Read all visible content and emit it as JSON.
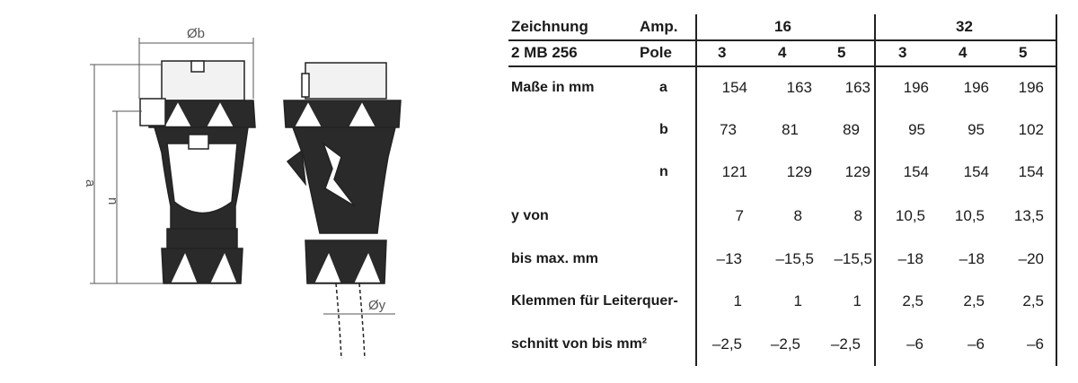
{
  "drawing": {
    "dim_b": "Øb",
    "dim_a": "a",
    "dim_n": "n",
    "dim_y": "Øy"
  },
  "table": {
    "header": {
      "row1_label": "Zeichnung",
      "row1_sub": "Amp.",
      "row2_label": "2 MB 256",
      "row2_sub": "Pole",
      "amp_16": "16",
      "amp_32": "32",
      "poles": [
        "3",
        "4",
        "5",
        "3",
        "4",
        "5"
      ]
    },
    "rows": [
      {
        "label": "Maße in mm",
        "sub": "a",
        "values": [
          "154",
          "163",
          "163",
          "196",
          "196",
          "196"
        ]
      },
      {
        "label": "",
        "sub": "b",
        "values": [
          "73",
          "81",
          "89",
          "95",
          "95",
          "102"
        ]
      },
      {
        "label": "",
        "sub": "n",
        "values": [
          "121",
          "129",
          "129",
          "154",
          "154",
          "154"
        ]
      },
      {
        "label": "y von",
        "sub": "",
        "values": [
          "7",
          "8",
          "8",
          "10,5",
          "10,5",
          "13,5"
        ]
      },
      {
        "label": "bis max. mm",
        "sub": "",
        "values": [
          "–13",
          "–15,5",
          "–15,5",
          "–18",
          "–18",
          "–20"
        ]
      },
      {
        "label": "Klemmen für Leiterquer-",
        "sub": "",
        "values": [
          "1",
          "1",
          "1",
          "2,5",
          "2,5",
          "2,5"
        ]
      },
      {
        "label": "schnitt von bis mm²",
        "sub": "",
        "values": [
          "–2,5",
          "–2,5",
          "–2,5",
          "–6",
          "–6",
          "–6"
        ]
      }
    ]
  }
}
